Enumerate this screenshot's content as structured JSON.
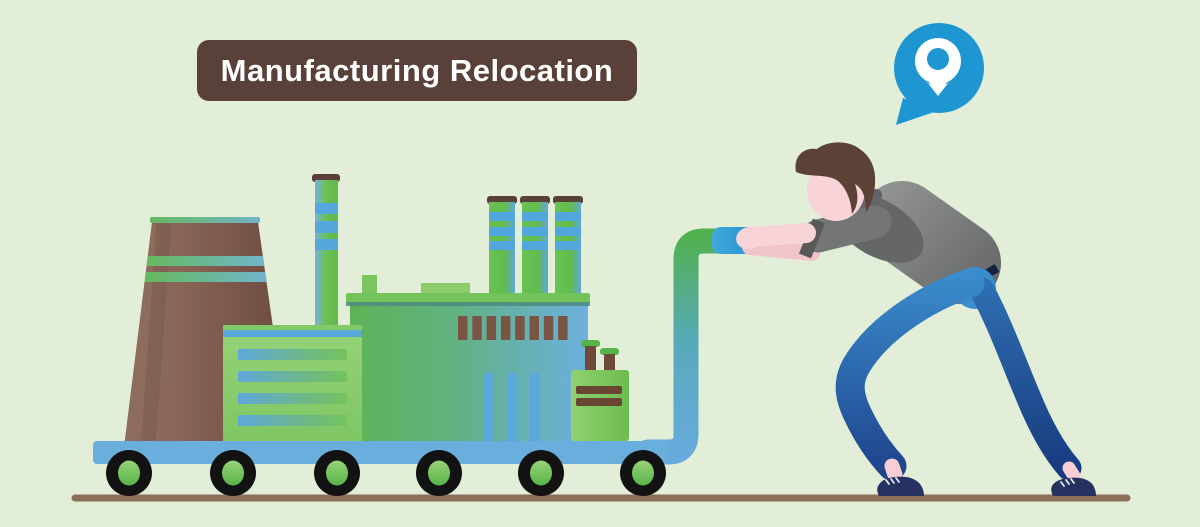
{
  "banner": {
    "label": "Manufacturing Relocation",
    "bg_color": "#59413a",
    "text_color": "#ffffff"
  },
  "location_bubble": {
    "icon": "location-pin-icon",
    "bubble_color": "#1e96d2",
    "pin_color": "#ffffff"
  },
  "illustration": {
    "description_parts": [
      "cooling-tower",
      "smokestacks",
      "factory-building",
      "front-building",
      "storage-tank",
      "push-handle",
      "cart",
      "wheels",
      "worker-pushing",
      "ground-line"
    ],
    "wheel_count": 6,
    "window_slat_count": 8,
    "palette": {
      "background": "#e2eed7",
      "green": "#68bd52",
      "blue": "#6aaede",
      "brown": "#6b4a3d",
      "dark_brown_banner": "#59413a",
      "ground": "#8b6f5b",
      "wheel_tire": "#121212",
      "sweater_gray": "#8a8c8c",
      "pants_blue": "#2f70b2",
      "skin_pink": "#f8d3d7",
      "hair_brown": "#5c4236",
      "shoe_navy": "#243161",
      "grip_blue": "#2da0d6"
    }
  }
}
